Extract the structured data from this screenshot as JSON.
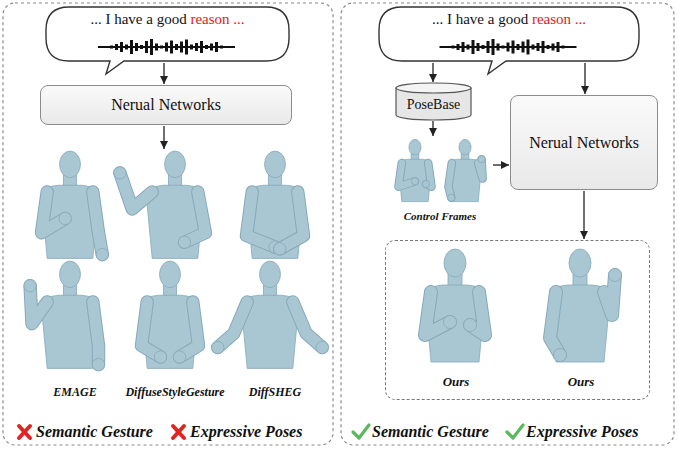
{
  "diagram": {
    "nodes": [
      {
        "text": [
          "... I have a good",
          "reason ..."
        ]
      },
      {
        "text": [
          "Nerual Networks"
        ]
      },
      {
        "text": [
          "EMAGE",
          "DiffuseStyleGesture",
          "DiffSHEG"
        ]
      },
      {
        "text": [
          "... I have a good",
          "reason ..."
        ]
      },
      {
        "text": [
          "PoseBase"
        ]
      },
      {
        "text": [
          "Control Frames"
        ]
      },
      {
        "text": [
          "Nerual Networks"
        ]
      },
      {
        "text": [
          "Ours",
          "Ours"
        ]
      }
    ],
    "edges": [
      {
        "from": 0,
        "to": 1,
        "arrow": "to"
      },
      {
        "from": 1,
        "to": 2,
        "arrow": "to"
      },
      {
        "from": 3,
        "to": 4,
        "arrow": "to"
      },
      {
        "from": 3,
        "to": 6,
        "arrow": "to"
      },
      {
        "from": 4,
        "to": 5,
        "arrow": "to"
      },
      {
        "from": 5,
        "to": 6,
        "arrow": "to"
      },
      {
        "from": 6,
        "to": 7,
        "arrow": "to"
      }
    ],
    "labels": [
      "Semantic Gesture",
      "Expressive Poses",
      "Semantic Gesture",
      "Expressive Poses"
    ]
  }
}
